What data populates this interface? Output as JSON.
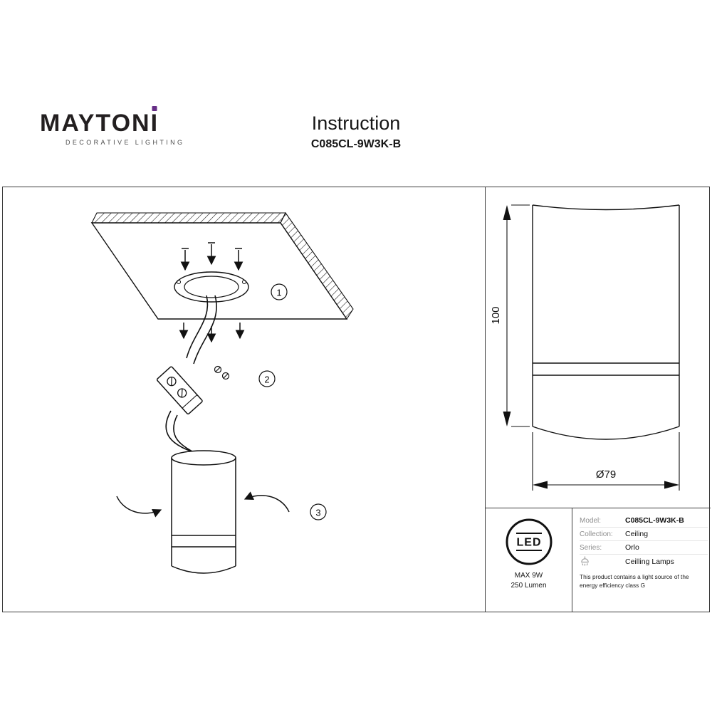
{
  "header": {
    "logo": {
      "brand_main": "MAYTON",
      "brand_last": "I",
      "tagline": "DECORATIVE LIGHTING",
      "dot_color": "#662d86"
    },
    "title": "Instruction",
    "model": "C085CL-9W3K-B"
  },
  "installation": {
    "steps": [
      "1",
      "2",
      "3"
    ]
  },
  "dimensions": {
    "height": "100",
    "diameter": "Ø79"
  },
  "spec": {
    "led_label": "LED",
    "max_power": "MAX 9W",
    "lumen": "250 Lumen",
    "table": [
      {
        "label": "Model:",
        "value": "C085CL-9W3K-B"
      },
      {
        "label": "Collection:",
        "value": "Ceiling"
      },
      {
        "label": "Series:",
        "value": "Orlo"
      },
      {
        "label": "",
        "value": "Ceilling Lamps"
      }
    ],
    "note": "This product contains a light source of the energy efficiency class G"
  },
  "icons": {
    "logo-dot": "square purple dot over final letter",
    "led-badge": "circle containing LED text with bars",
    "ceiling-lamp-icon": "small dome lamp with light rays"
  },
  "colors": {
    "line": "#111111",
    "frame": "#3c3c3c",
    "muted_label": "#8f8f8f"
  }
}
